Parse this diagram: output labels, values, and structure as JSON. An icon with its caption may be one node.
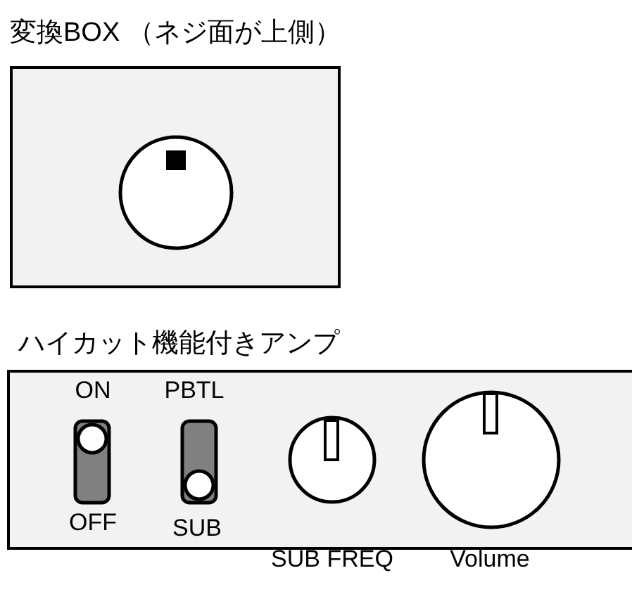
{
  "diagram": {
    "nodes": [
      {
        "text": [
          "変換BOX （ネジ面が上側）"
        ]
      },
      {
        "text": [
          "ハイカット機能付きアンプ"
        ]
      }
    ],
    "labels": [
      "ON",
      "PBTL",
      "OFF",
      "SUB",
      "SUB FREQ",
      "Volume"
    ]
  }
}
